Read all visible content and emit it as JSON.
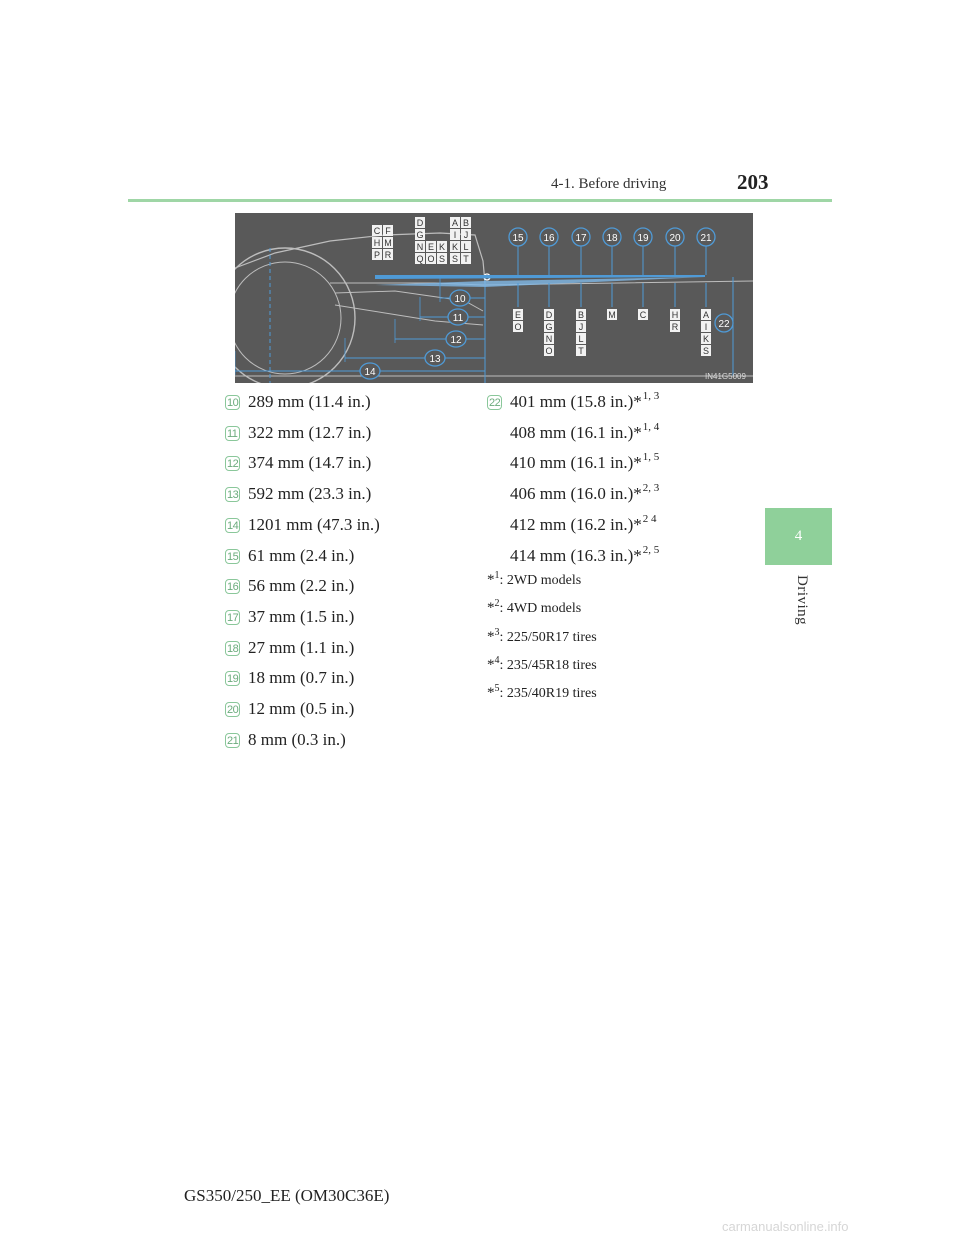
{
  "header": {
    "section": "4-1. Before driving",
    "page_number": "203"
  },
  "side_tab": {
    "chapter_number": "4",
    "chapter_name": "Driving"
  },
  "diagram": {
    "code": "IN41G5009",
    "group_left": [
      [
        "C",
        "F"
      ],
      [
        "H",
        "M"
      ],
      [
        "P",
        "R"
      ]
    ],
    "group_mid": [
      [
        "D",
        ""
      ],
      [
        "G",
        ""
      ],
      [
        "N",
        "E",
        "K"
      ],
      [
        "Q",
        "O",
        "S"
      ]
    ],
    "group_right": [
      [
        "A",
        "B"
      ],
      [
        "I",
        "J"
      ],
      [
        "K",
        "L"
      ],
      [
        "S",
        "T"
      ]
    ],
    "top_numbers": [
      "15",
      "16",
      "17",
      "18",
      "19",
      "20",
      "21"
    ],
    "bottom_numbers": [
      "10",
      "11",
      "12",
      "13",
      "14"
    ],
    "side_number": "22",
    "bottom_letter_columns": [
      [
        "E",
        "O"
      ],
      [
        "D",
        "G",
        "N",
        "O"
      ],
      [
        "B",
        "J",
        "L",
        "T"
      ],
      [
        "M"
      ],
      [
        "C"
      ],
      [
        "H",
        "R"
      ],
      [
        "A",
        "I",
        "K",
        "S"
      ]
    ]
  },
  "measurements_left": [
    {
      "num": "10",
      "text": "289 mm (11.4 in.)"
    },
    {
      "num": "11",
      "text": "322 mm (12.7 in.)"
    },
    {
      "num": "12",
      "text": "374 mm (14.7 in.)"
    },
    {
      "num": "13",
      "text": "592 mm (23.3 in.)"
    },
    {
      "num": "14",
      "text": "1201 mm (47.3 in.)"
    },
    {
      "num": "15",
      "text": "61 mm (2.4 in.)"
    },
    {
      "num": "16",
      "text": "56 mm (2.2 in.)"
    },
    {
      "num": "17",
      "text": "37 mm (1.5 in.)"
    },
    {
      "num": "18",
      "text": "27 mm (1.1 in.)"
    },
    {
      "num": "19",
      "text": "18 mm (0.7 in.)"
    },
    {
      "num": "20",
      "text": "12 mm (0.5 in.)"
    },
    {
      "num": "21",
      "text": "8 mm (0.3 in.)"
    }
  ],
  "measurements_right": {
    "num": "22",
    "rows": [
      {
        "text": "401 mm (15.8 in.)",
        "mark": "*",
        "sup": "1, 3"
      },
      {
        "text": "408 mm (16.1 in.)",
        "mark": "*",
        "sup": "1, 4"
      },
      {
        "text": "410 mm (16.1 in.)",
        "mark": "*",
        "sup": "1, 5"
      },
      {
        "text": "406 mm (16.0 in.)",
        "mark": "*",
        "sup": "2, 3"
      },
      {
        "text": "412 mm (16.2 in.)",
        "mark": "*",
        "sup": "2 4"
      },
      {
        "text": "414 mm (16.3 in.)",
        "mark": "*",
        "sup": "2, 5"
      }
    ]
  },
  "footnotes": [
    {
      "mark": "*",
      "sup": "1",
      "text": ": 2WD models"
    },
    {
      "mark": "*",
      "sup": "2",
      "text": ": 4WD models"
    },
    {
      "mark": "*",
      "sup": "3",
      "text": ": 225/50R17 tires"
    },
    {
      "mark": "*",
      "sup": "4",
      "text": ": 235/45R18 tires"
    },
    {
      "mark": "*",
      "sup": "5",
      "text": ": 235/40R19 tires"
    }
  ],
  "footer": {
    "model_code": "GS350/250_EE (OM30C36E)"
  },
  "watermark": "carmanualsonline.info",
  "colors": {
    "accent_green": "#8fd09a",
    "diagram_bg": "#595959",
    "badge_border": "#8ac79a",
    "callout_blue": "#4f9ad6"
  }
}
